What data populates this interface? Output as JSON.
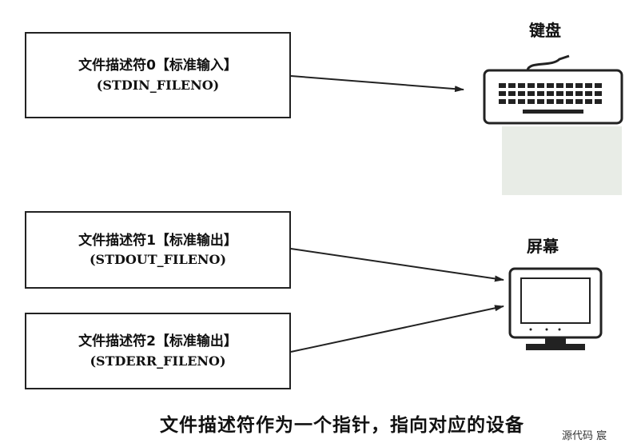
{
  "descriptors": [
    {
      "line1": "文件描述符0【标准输入】",
      "line2": "(STDIN_FILENO)"
    },
    {
      "line1": "文件描述符1【标准输出】",
      "line2": "(STDOUT_FILENO)"
    },
    {
      "line1": "文件描述符2【标准输出】",
      "line2": "(STDERR_FILENO)"
    }
  ],
  "devices": {
    "keyboard": "键盘",
    "screen": "屏幕"
  },
  "caption": "文件描述符作为一个指针，指向对应的设备",
  "watermark": "源代码  宸"
}
